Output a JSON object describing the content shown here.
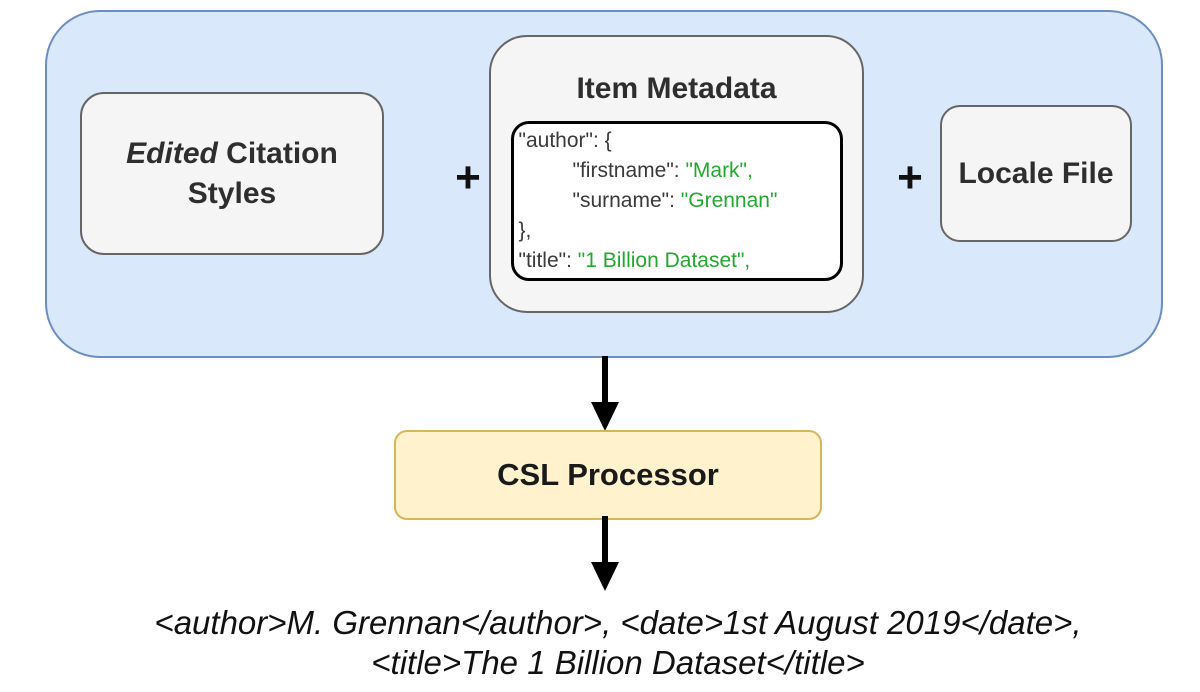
{
  "inputs": {
    "edited_citation_styles": {
      "word_italic": "Edited",
      "word_rest": " Citation",
      "line2": "Styles"
    },
    "plus1": "+",
    "item_metadata": {
      "title": "Item Metadata",
      "code": {
        "l1": {
          "k": "\"author\": {"
        },
        "l2": {
          "k": "\"firstname\": ",
          "v": "\"Mark\","
        },
        "l3": {
          "k": "\"surname\": ",
          "v": "\"Grennan\""
        },
        "l4": {
          "k": "},"
        },
        "l5": {
          "k": "\"title\": ",
          "v": "\"1 Billion Dataset\","
        }
      }
    },
    "plus2": "+",
    "locale_file": {
      "label": "Locale File"
    }
  },
  "processor": {
    "label": "CSL Processor"
  },
  "output": {
    "line1": "<author>M. Grennan</author>, <date>1st August 2019</date>,",
    "line2": "<title>The 1 Billion Dataset</title>"
  },
  "icons": {
    "arrow_down_1": "arrow-down",
    "arrow_down_2": "arrow-down"
  },
  "colors": {
    "group_fill": "#DAE8FC",
    "group_border": "#6C8EBF",
    "box_fill": "#F5F5F5",
    "box_border": "#666666",
    "processor_fill": "#FFF2CC",
    "processor_border": "#D6B656",
    "code_value_green": "#23A82F",
    "text_dark": "#2E2E2E",
    "arrow_black": "#000000"
  }
}
